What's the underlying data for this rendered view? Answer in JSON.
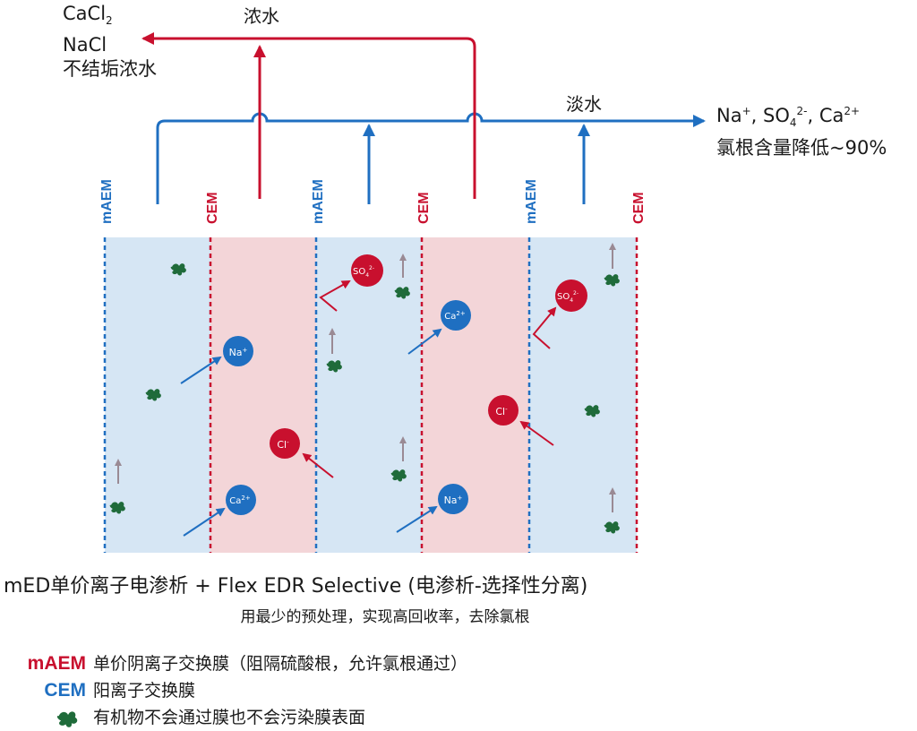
{
  "top": {
    "brine_line1": "CaCl",
    "brine_line1_sub": "2",
    "brine_line2": "NaCl",
    "brine_line3": "不结垢浓水",
    "concentrate_label": "浓水",
    "dilute_label": "淡水",
    "product_line1_na": "Na",
    "product_line1_na_sup": "+",
    "product_line1_so": ", SO",
    "product_line1_so_sub": "4",
    "product_line1_so_sup": "2-",
    "product_line1_ca": ", Ca",
    "product_line1_ca_sup": "2+",
    "product_line2": "氯根含量降低~90%"
  },
  "membranes": [
    "mAEM",
    "CEM",
    "mAEM",
    "CEM",
    "mAEM",
    "CEM"
  ],
  "ions": [
    {
      "label": "Na",
      "sup": "+",
      "type": "cation"
    },
    {
      "label": "Cl",
      "sup": "-",
      "type": "anion"
    },
    {
      "label": "Ca",
      "sup": "2+",
      "type": "cation"
    },
    {
      "label": "SO",
      "sub": "4",
      "sup": "2-",
      "type": "anion"
    },
    {
      "label": "Ca",
      "sup": "2+",
      "type": "cation"
    },
    {
      "label": "Na",
      "sup": "+",
      "type": "cation"
    },
    {
      "label": "SO",
      "sub": "4",
      "sup": "2-",
      "type": "anion"
    },
    {
      "label": "Cl",
      "sup": "-",
      "type": "anion"
    }
  ],
  "caption": {
    "title": "mED单价离子电渗析 + Flex EDR Selective (电渗析-选择性分离)",
    "subtitle": "用最少的预处理，实现高回收率，去除氯根"
  },
  "legend": {
    "maem_key": "mAEM",
    "maem_text": "单价阴离子交换膜（阻隔硫酸根，允许氯根通过）",
    "cem_key": "CEM",
    "cem_text": "阳离子交换膜",
    "organic_text": "有机物不会通过膜也不会污染膜表面"
  },
  "colors": {
    "dilute_channel": "#d6e6f4",
    "concentrate_channel": "#f3d5d8",
    "blue": "#1f6fc1",
    "red": "#c8102e",
    "organic": "#1f6b3a"
  }
}
